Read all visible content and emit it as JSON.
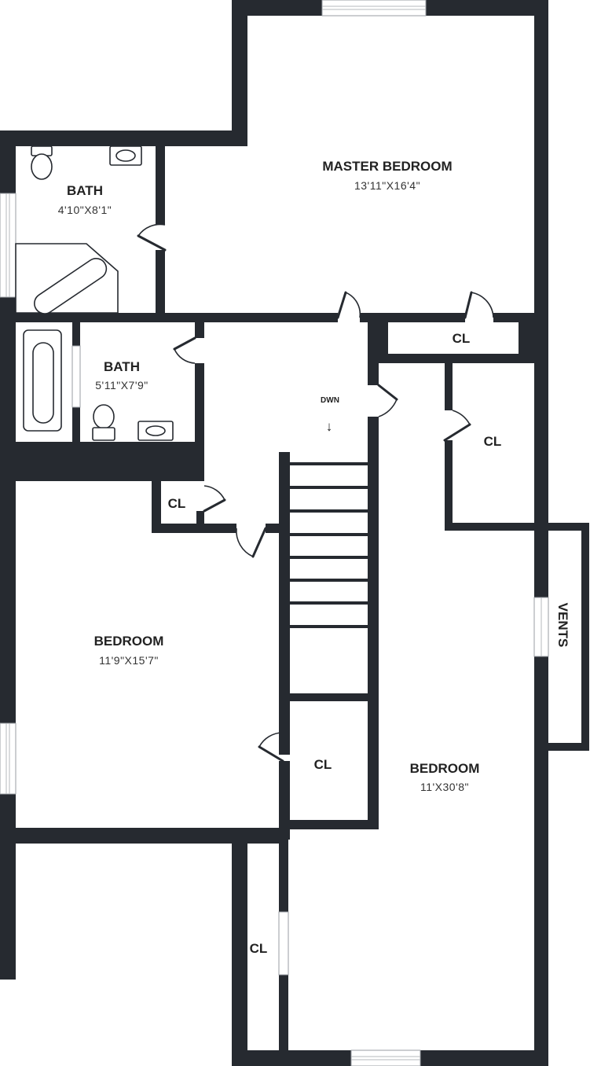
{
  "rooms": {
    "master_bedroom": {
      "name": "MASTER BEDROOM",
      "dims": "13'11\"X16'4\""
    },
    "bath_upper": {
      "name": "BATH",
      "dims": "4'10\"X8'1\""
    },
    "bath_lower": {
      "name": "BATH",
      "dims": "5'11\"X7'9\""
    },
    "bedroom_left": {
      "name": "BEDROOM",
      "dims": "11'9\"X15'7\""
    },
    "bedroom_right": {
      "name": "BEDROOM",
      "dims": "11'X30'8\""
    }
  },
  "closet_label": "CL",
  "vents_label": "VENTS",
  "stair_label": "DWN",
  "stair_arrow": "↓",
  "colors": {
    "wall": "#262a30",
    "background": "#ffffff"
  },
  "icons": [
    "toilet-icon",
    "sink-icon",
    "bathtub-icon",
    "corner-tub-icon",
    "door-swing-icon",
    "window-icon",
    "stair-arrow-icon"
  ]
}
